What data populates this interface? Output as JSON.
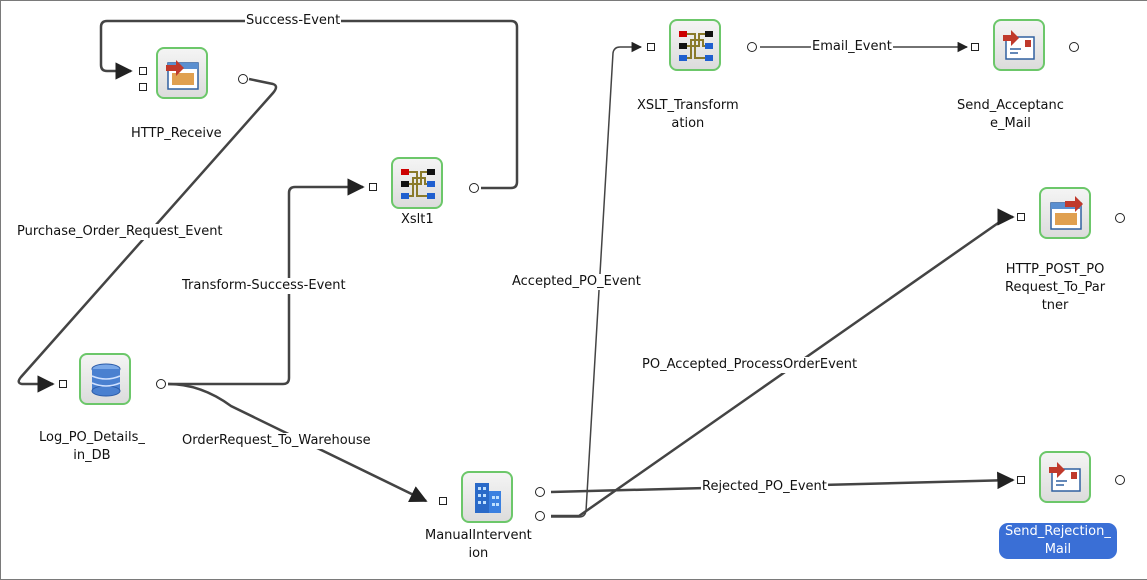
{
  "nodes": {
    "http_receive": {
      "label": "HTTP_Receive",
      "icon": "http-receive-icon"
    },
    "xslt1": {
      "label": "Xslt1",
      "icon": "xslt-icon"
    },
    "log_po": {
      "label": "Log_PO_Details_\nin_DB",
      "icon": "database-icon"
    },
    "manual": {
      "label": "ManualIntervent\nion",
      "icon": "building-icon"
    },
    "xslt_transformation": {
      "label": "XSLT_Transform\nation",
      "icon": "xslt-icon"
    },
    "send_acceptance": {
      "label": "Send_Acceptanc\ne_Mail",
      "icon": "mail-icon"
    },
    "http_post": {
      "label": "HTTP_POST_PO\nRequest_To_Par\ntner",
      "icon": "http-post-icon"
    },
    "send_rejection": {
      "label": "Send_Rejection_\nMail",
      "icon": "mail-icon",
      "selected": true
    }
  },
  "edges": {
    "success_event": "Success-Event",
    "purchase_order_request_event": "Purchase_Order_Request_Event",
    "transform_success_event": "Transform-Success-Event",
    "order_request_to_warehouse": "OrderRequest_To_Warehouse",
    "accepted_po_event": "Accepted_PO_Event",
    "email_event": "Email_Event",
    "po_accepted_process_order_event": "PO_Accepted_ProcessOrderEvent",
    "rejected_po_event": "Rejected_PO_Event"
  },
  "colors": {
    "node_border": "#6cc76a",
    "selection": "#3a6fd6",
    "wire": "#444444"
  }
}
